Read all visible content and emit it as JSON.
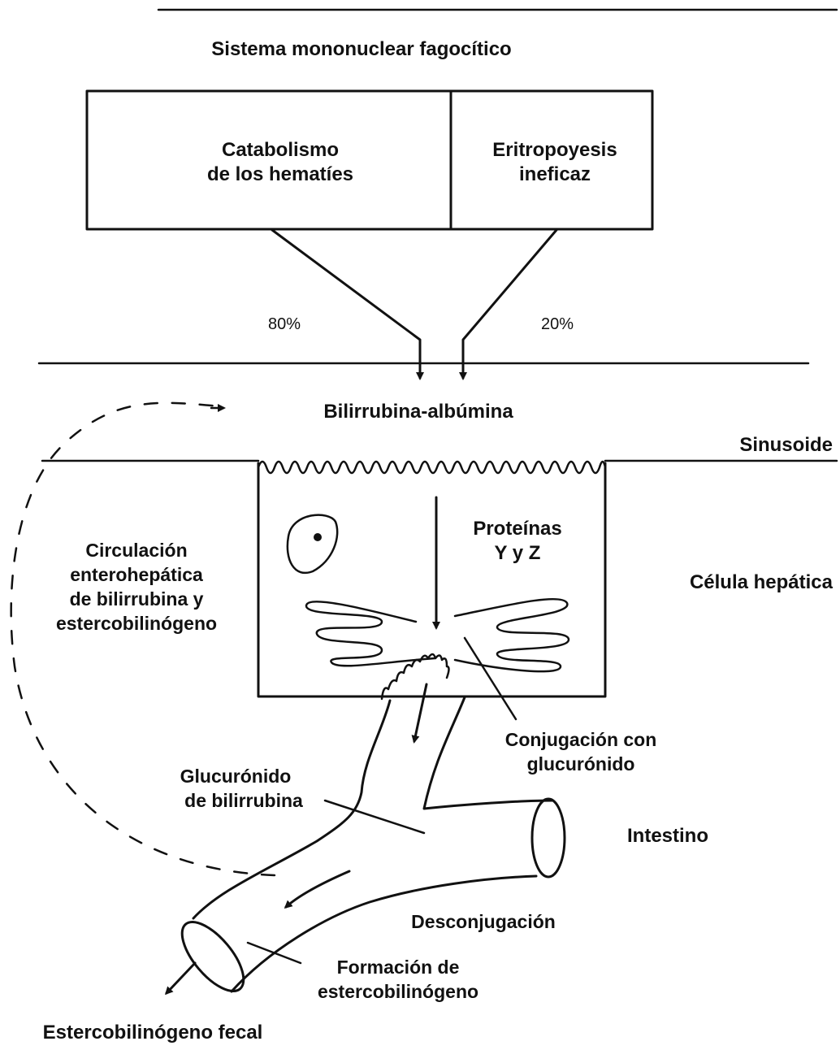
{
  "title": "Sistema mononuclear fagocítico",
  "boxes": {
    "left": [
      "Catabolismo",
      "de los hematíes"
    ],
    "right": [
      "Eritropoyesis",
      "ineficaz"
    ]
  },
  "percentages": {
    "left": "80%",
    "right": "20%"
  },
  "bilirubin_albumin": "Bilirrubina-albúmina",
  "sinusoid": "Sinusoide",
  "proteins": [
    "Proteínas",
    "Y y Z"
  ],
  "hepatic_cell": "Célula hepática",
  "enterohepatic": [
    "Circulación",
    "enterohepática",
    "de bilirrubina y",
    "estercobilinógeno"
  ],
  "conjugation": [
    "Conjugación con",
    "glucurónido"
  ],
  "glucuronide": [
    "Glucurónido",
    "de bilirrubina"
  ],
  "intestine": "Intestino",
  "deconjugation": "Desconjugación",
  "stercobilinogen_formation": [
    "Formación de",
    "estercobilinógeno"
  ],
  "fecal": "Estercobilinógeno fecal"
}
